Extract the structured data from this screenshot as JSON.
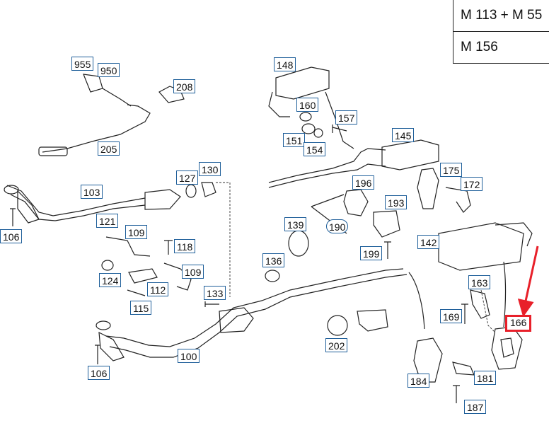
{
  "engine_table": {
    "row1": "M 113 + M 55",
    "row2": "M 156"
  },
  "callouts": {
    "p955": "955",
    "p950": "950",
    "p208": "208",
    "p205": "205",
    "p148": "148",
    "p160": "160",
    "p157": "157",
    "p151": "151",
    "p154": "154",
    "p145": "145",
    "p175": "175",
    "p172": "172",
    "p127": "127",
    "p130": "130",
    "p103": "103",
    "p106a": "106",
    "p196": "196",
    "p193": "193",
    "p190": "190",
    "p121": "121",
    "p109a": "109",
    "p118": "118",
    "p124": "124",
    "p112": "112",
    "p109b": "109",
    "p115": "115",
    "p139": "139",
    "p136": "136",
    "p199": "199",
    "p142": "142",
    "p133": "133",
    "p163": "163",
    "p169": "169",
    "p166": "166",
    "p202": "202",
    "p100": "100",
    "p106b": "106",
    "p184": "184",
    "p181": "181",
    "p187": "187"
  },
  "highlight": {
    "part": "166",
    "color": "#e8202a"
  }
}
